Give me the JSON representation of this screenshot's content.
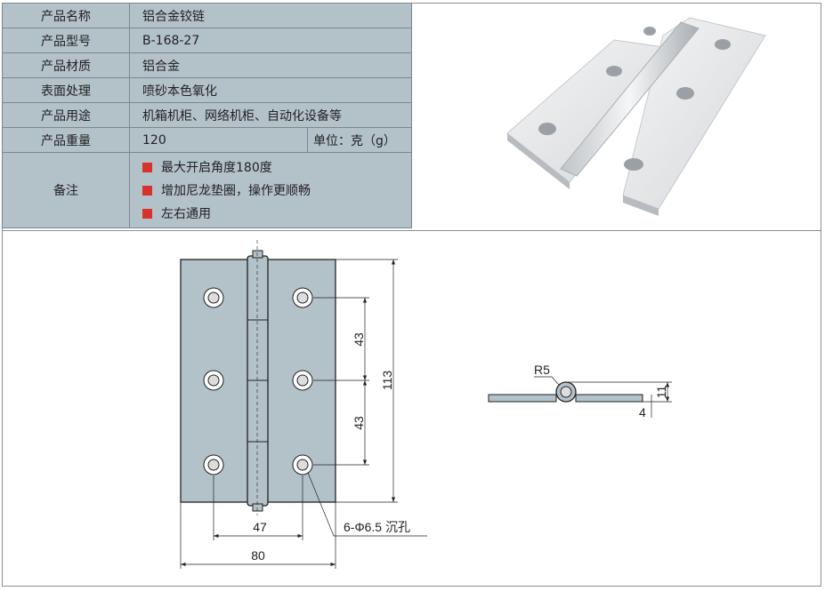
{
  "spec": {
    "rows": [
      {
        "label": "产品名称",
        "value": "铝合金铰链"
      },
      {
        "label": "产品型号",
        "value": "B-168-27"
      },
      {
        "label": "产品材质",
        "value": "铝合金"
      },
      {
        "label": "表面处理",
        "value": "喷砂本色氧化"
      },
      {
        "label": "产品用途",
        "value": "机箱机柜、网络机柜、自动化设备等"
      },
      {
        "label": "产品重量",
        "value": "120",
        "unit": "单位：克（g）"
      }
    ],
    "notes_label": "备注",
    "notes": [
      "最大开启角度180度",
      "增加尼龙垫圈，操作更顺畅",
      "左右通用"
    ],
    "bullet_color": "#d8332a"
  },
  "drawing": {
    "hole_pitch_1": "43",
    "hole_pitch_2": "43",
    "height": "113",
    "hole_span": "47",
    "width": "80",
    "hole_callout": "6-Φ6.5 沉孔",
    "radius": "R5",
    "thickness_total": "11",
    "thickness_plate": "4"
  }
}
